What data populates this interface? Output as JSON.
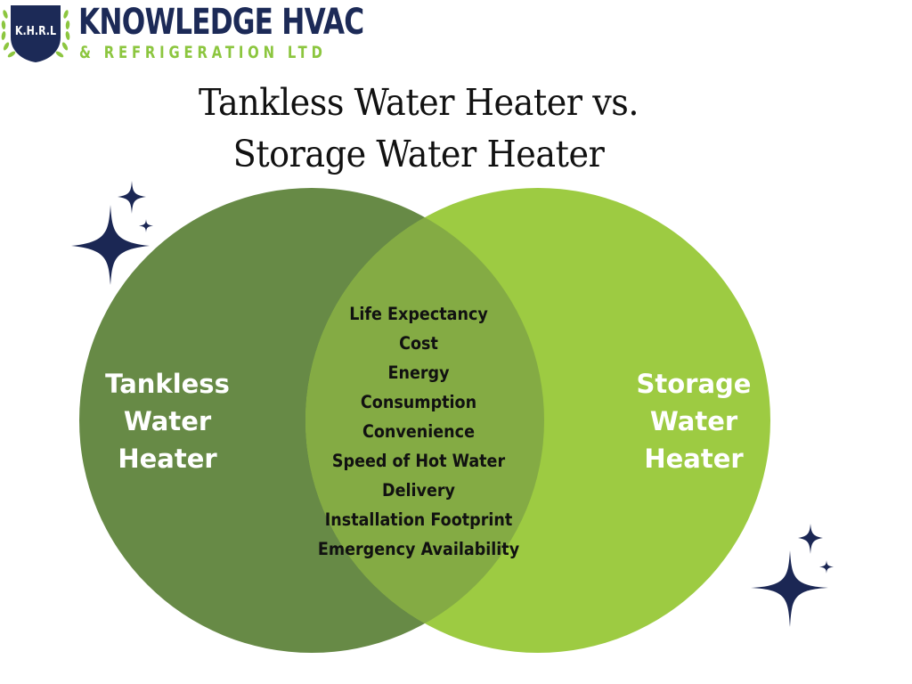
{
  "logo": {
    "emblem_text": "K.H.R.L",
    "title": "KNOWLEDGE HVAC",
    "subtitle": "& REFRIGERATION LTD",
    "colors": {
      "navy": "#1c2a57",
      "green": "#8cc63f"
    }
  },
  "title": {
    "line1": "Tankless Water Heater vs.",
    "line2": "Storage Water Heater"
  },
  "venn": {
    "left": {
      "label_lines": [
        "Tankless",
        "Water",
        "Heater"
      ],
      "color": "#678a46"
    },
    "right": {
      "label_lines": [
        "Storage",
        "Water",
        "Heater"
      ],
      "color": "#9dcb42"
    },
    "overlap": {
      "color": "#84ab44",
      "items": [
        "Life Expectancy",
        "Cost",
        "Energy",
        "Consumption",
        "Convenience",
        "Speed of Hot Water",
        "Delivery",
        "Installation Footprint",
        "Emergency Availability"
      ]
    }
  },
  "decorations": {
    "sparkle_color": "#1b2754",
    "sparkle_groups": [
      "top-left",
      "bottom-right"
    ]
  }
}
